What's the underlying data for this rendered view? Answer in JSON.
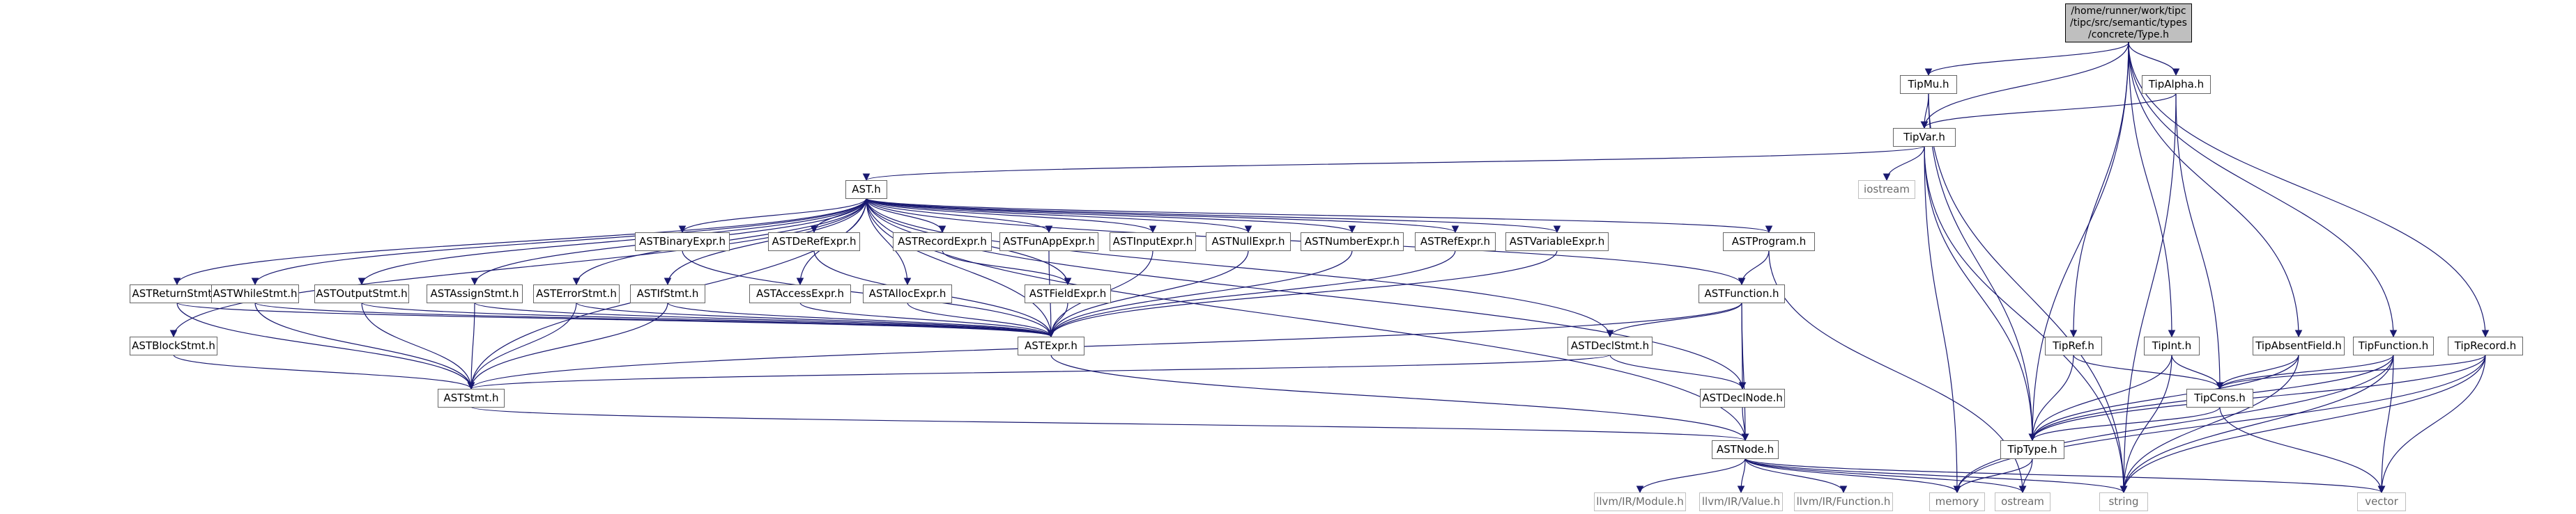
{
  "diagram": {
    "root": {
      "lines": [
        "/home/runner/work/tipc",
        "/tipc/src/semantic/types",
        "/concrete/Type.h"
      ]
    },
    "nodes": {
      "tipmu": "TipMu.h",
      "tipalpha": "TipAlpha.h",
      "tipvar": "TipVar.h",
      "iostream": "iostream",
      "ast": "AST.h",
      "astbinaryexpr": "ASTBinaryExpr.h",
      "astderefexpr": "ASTDeRefExpr.h",
      "astrecordexpr": "ASTRecordExpr.h",
      "astfunappexpr": "ASTFunAppExpr.h",
      "astinputexpr": "ASTInputExpr.h",
      "astnullexpr": "ASTNullExpr.h",
      "astnumberexpr": "ASTNumberExpr.h",
      "astrefexpr": "ASTRefExpr.h",
      "astvariableexpr": "ASTVariableExpr.h",
      "astprogram": "ASTProgram.h",
      "astreturnstmt": "ASTReturnStmt.h",
      "astwhilestmt": "ASTWhileStmt.h",
      "astoutputstmt": "ASTOutputStmt.h",
      "astassignstmt": "ASTAssignStmt.h",
      "asterrorstmt": "ASTErrorStmt.h",
      "astifstmt": "ASTIfStmt.h",
      "astaccessexpr": "ASTAccessExpr.h",
      "astallocexpr": "ASTAllocExpr.h",
      "astfieldexpr": "ASTFieldExpr.h",
      "astfunction": "ASTFunction.h",
      "astblockstmt": "ASTBlockStmt.h",
      "astexpr": "ASTExpr.h",
      "astdeclstmt": "ASTDeclStmt.h",
      "aststmt": "ASTStmt.h",
      "astdeclnode": "ASTDeclNode.h",
      "astnode": "ASTNode.h",
      "llvmmodule": "llvm/IR/Module.h",
      "llvmvalue": "llvm/IR/Value.h",
      "llvmfunction": "llvm/IR/Function.h",
      "memory": "memory",
      "ostream": "ostream",
      "string": "string",
      "vector": "vector",
      "tipref": "TipRef.h",
      "tipint": "TipInt.h",
      "tipabsentfield": "TipAbsentField.h",
      "tipfunction": "TipFunction.h",
      "tiprecord": "TipRecord.h",
      "tipcons": "TipCons.h",
      "tiptype": "TipType.h"
    },
    "colors": {
      "edge": "#191970",
      "node_border": "#666666",
      "root_fill": "#bfbfbf",
      "system_text": "#6b6b6b"
    }
  }
}
